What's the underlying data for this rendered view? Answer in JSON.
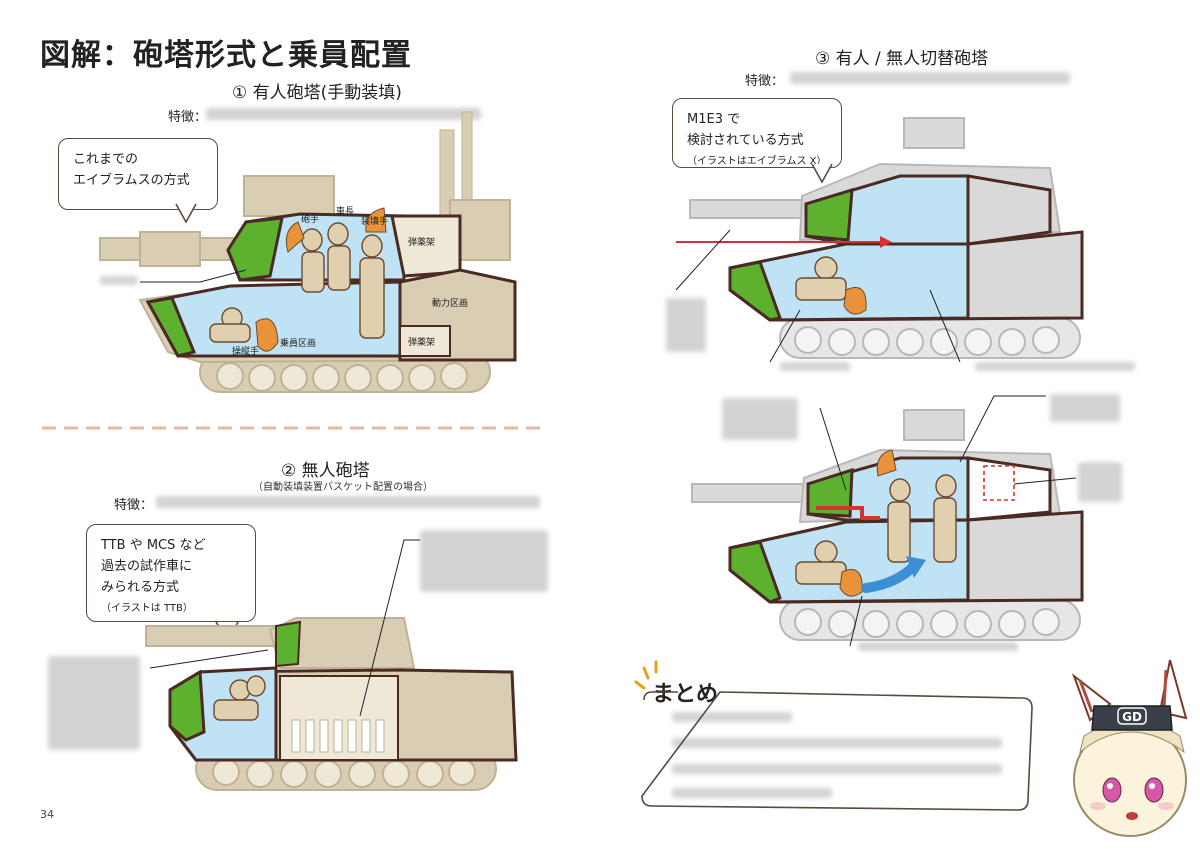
{
  "page": {
    "title": "図解：砲塔形式と乗員配置",
    "page_number": "34"
  },
  "sections": {
    "s1": {
      "heading": "① 有人砲塔(手動装填)",
      "feature_label": "特徴：",
      "bubble": [
        "これまでの",
        "エイブラムスの方式"
      ],
      "labels": {
        "gunner": "砲手",
        "commander": "車長",
        "loader": "装填手",
        "ammo_rack_upper": "弾薬架",
        "engine": "動力区画",
        "ammo_rack_lower": "弾薬架",
        "crew": "乗員区画",
        "driver": "操縦手"
      }
    },
    "s2": {
      "heading": "② 無人砲塔",
      "subheading": "（自動装填装置バスケット配置の場合）",
      "feature_label": "特徴：",
      "bubble": [
        "TTB や MCS など",
        "過去の試作車に",
        "みられる方式"
      ],
      "bubble_note": "（イラストは TTB）"
    },
    "s3": {
      "heading": "③ 有人 / 無人切替砲塔",
      "feature_label": "特徴：",
      "bubble": [
        "M1E3 で",
        "検討されている方式"
      ],
      "bubble_note": "（イラストはエイブラムス X）"
    },
    "summary": {
      "heading": "まとめ",
      "badge": "GD"
    }
  },
  "colors": {
    "tan": "#d9ceb4",
    "tan_dark": "#bfb296",
    "blue": "#bfe3f5",
    "green": "#5cb12f",
    "gray": "#d9d9d9",
    "outline": "#4a2a22",
    "accent_red": "#d93030",
    "arrow_blue": "#3a8fd6",
    "divider": "#e5b8a0"
  }
}
